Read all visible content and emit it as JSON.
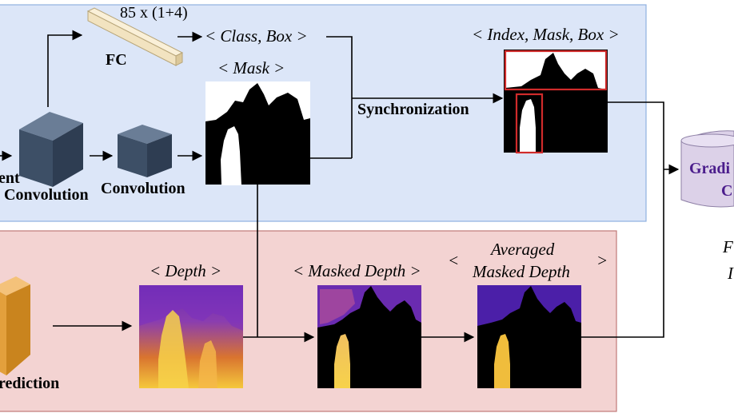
{
  "colors": {
    "top_panel_fill": "#dce6f8",
    "top_panel_border": "#8fb0e0",
    "bottom_panel_fill": "#f3d3d2",
    "bottom_panel_border": "#c07a78",
    "cube_dark": "#3d4f66",
    "cube_orange": "#e3a03c",
    "fc_bar": "#f2e3c0",
    "mask_frame_red": "#d02b2b",
    "database_fill": "#dcd1e8"
  },
  "top_branch": {
    "fc_dim_label": "85 x (1+4)",
    "fc_label": "FC",
    "class_box_label": "< Class, Box >",
    "mask_label": "< Mask >",
    "conv_left_partial_1": "ent",
    "conv_left_partial_2": "Convolution",
    "conv_right_label": "Convolution",
    "sync_label": "Synchronization",
    "index_mask_box_label": "< Index, Mask, Box >"
  },
  "bottom_branch": {
    "prediction_partial": "rediction",
    "depth_label": "< Depth >",
    "masked_depth_label": "< Masked Depth >",
    "averaged_open": "<",
    "averaged_line1": "Averaged",
    "averaged_line2": "Masked Depth",
    "averaged_close": ">"
  },
  "right_side": {
    "db_line1": "Gradi",
    "db_line2": "C",
    "partial_f": "F",
    "partial_i": "I"
  }
}
